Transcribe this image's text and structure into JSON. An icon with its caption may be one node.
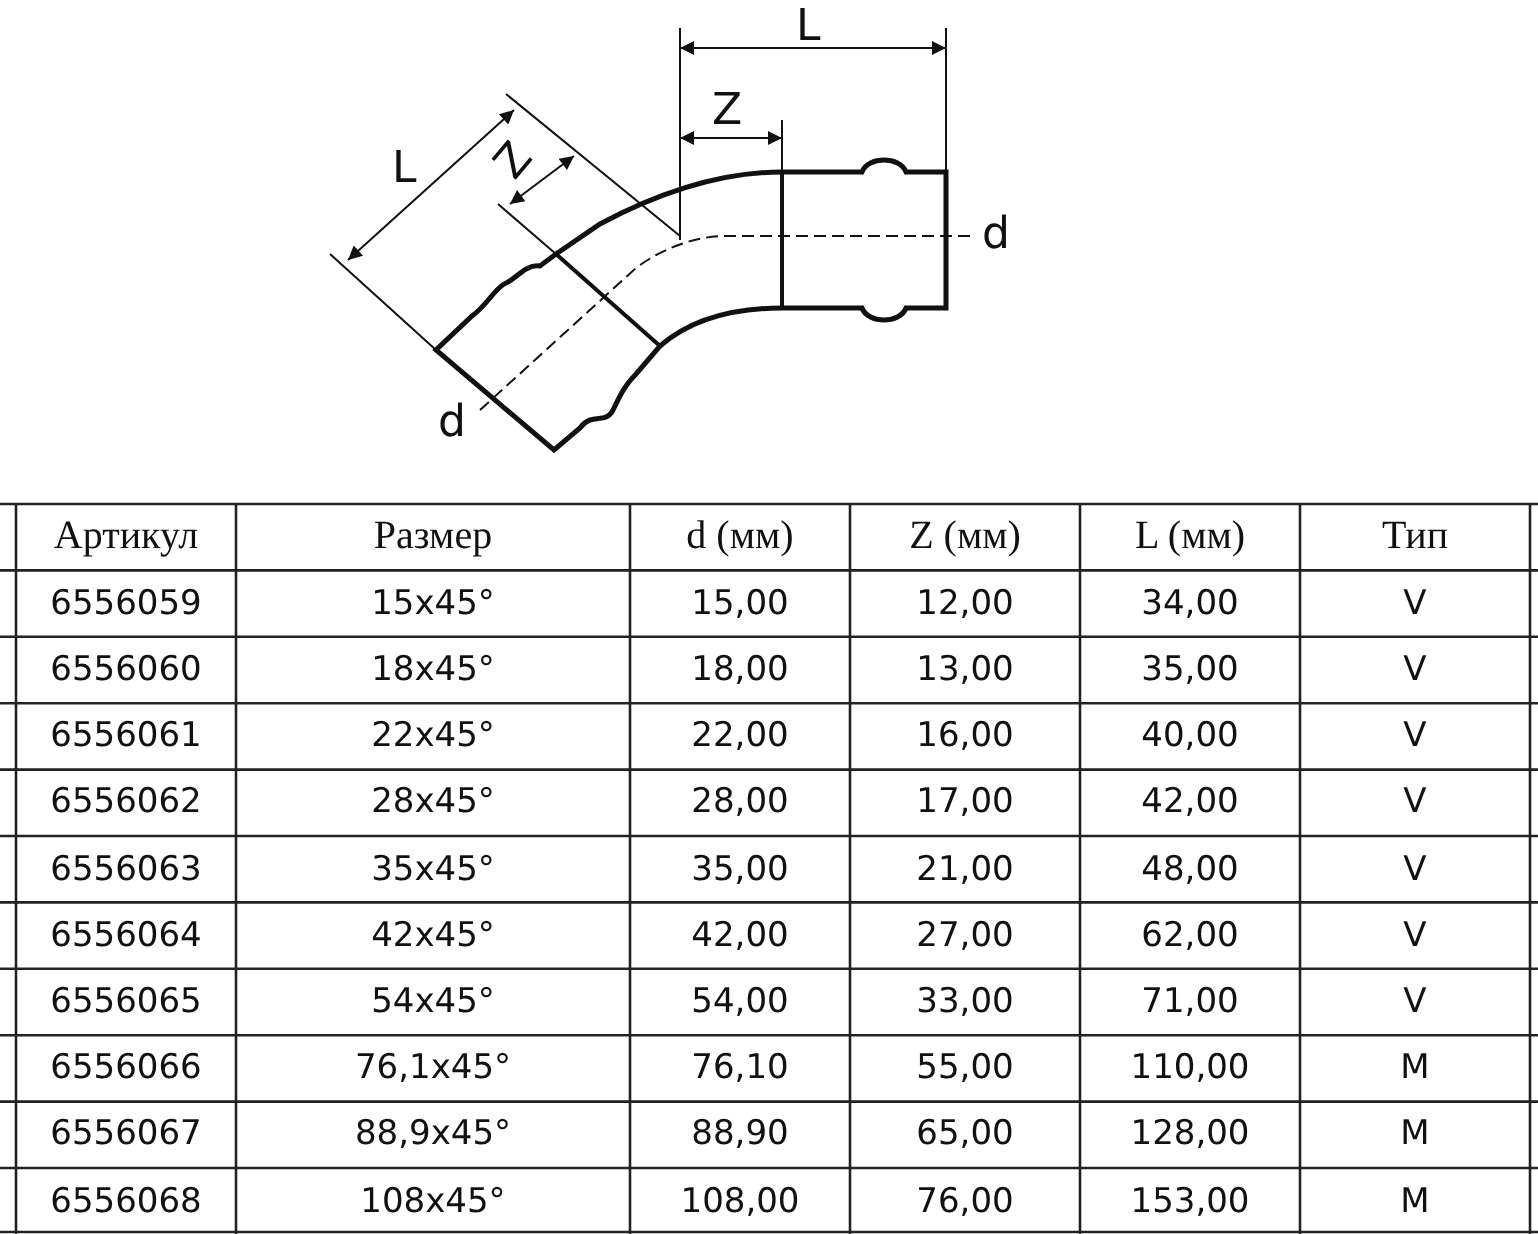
{
  "diagram": {
    "labels": [
      "L",
      "Z",
      "L",
      "Z",
      "d",
      "d",
      "Артикул",
      "Размер",
      "d (мм)",
      "Z (мм)",
      "L (мм)",
      "Тип",
      "6556059",
      "15x45°",
      "15,00",
      "12,00",
      "34,00",
      "V",
      "6556060",
      "18x45°",
      "18,00",
      "13,00",
      "35,00",
      "V",
      "6556061",
      "22x45°",
      "22,00",
      "16,00",
      "40,00",
      "V",
      "6556062",
      "28x45°",
      "28,00",
      "17,00",
      "42,00",
      "V",
      "6556063",
      "35x45°",
      "35,00",
      "21,00",
      "48,00",
      "V",
      "6556064",
      "42x45°",
      "42,00",
      "27,00",
      "62,00",
      "V",
      "6556065",
      "54x45°",
      "54,00",
      "33,00",
      "71,00",
      "V",
      "6556066",
      "76,1x45°",
      "76,10",
      "55,00",
      "110,00",
      "M",
      "6556067",
      "88,9x45°",
      "88,90",
      "65,00",
      "128,00",
      "M",
      "6556068",
      "108x45°",
      "108,00",
      "76,00",
      "153,00",
      "M"
    ]
  }
}
